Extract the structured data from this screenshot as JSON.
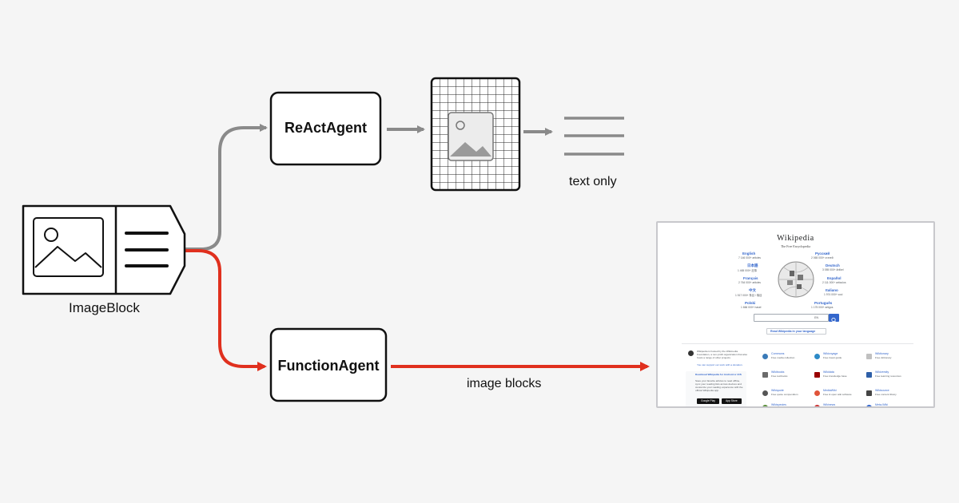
{
  "diagram": {
    "nodes": {
      "image_block": {
        "label": "ImageBlock",
        "icon": "image-with-text-icon"
      },
      "react_agent": {
        "label": "ReActAgent"
      },
      "function_agent": {
        "label": "FunctionAgent"
      }
    },
    "outputs": {
      "react_output": {
        "label": "text only",
        "icon": "text-lines-icon",
        "intermediate_icon": "gridded-image-icon"
      },
      "function_output": {
        "label": "image blocks",
        "icon": "webpage-screenshot"
      }
    },
    "colors": {
      "react_path": "#8a8a8a",
      "function_path": "#e0301e",
      "background": "#f5f5f5"
    }
  },
  "wikipedia": {
    "title": "Wikipedia",
    "subtitle": "The Free Encyclopedia",
    "languages": [
      {
        "name": "English",
        "count": "7 146 000+ articles"
      },
      {
        "name": "Русский",
        "count": "2 065 000+ статей"
      },
      {
        "name": "日本語",
        "count": "1 465 000+ 記事"
      },
      {
        "name": "Deutsch",
        "count": "3 055 000+ Artikel"
      },
      {
        "name": "Français",
        "count": "2 764 000+ articles"
      },
      {
        "name": "Español",
        "count": "2 111 000+ artículos"
      },
      {
        "name": "中文",
        "count": "1 517 000+ 条目 / 條目"
      },
      {
        "name": "Italiano",
        "count": "1 974 000+ voci"
      },
      {
        "name": "Polski",
        "count": "1 666 000+ haseł"
      },
      {
        "name": "Português",
        "count": "1 175 000+ artigos"
      }
    ],
    "search_lang": "EN",
    "read_button": "Read Wikipedia in your language",
    "foundation_text": "Wikipedia is hosted by the Wikimedia Foundation, a non-profit organization that also hosts a range of other projects.",
    "donate_text": "You can support our work with a donation.",
    "app_title": "Download Wikipedia for Android or iOS",
    "app_text": "Save your favorite articles to read offline, sync your reading lists across devices and customize your reading experience with the official Wikipedia app.",
    "store_buttons": [
      "Google Play",
      "App Store"
    ],
    "projects": [
      {
        "name": "Commons",
        "desc": "Free media collection"
      },
      {
        "name": "Wikivoyage",
        "desc": "Free travel guide"
      },
      {
        "name": "Wiktionary",
        "desc": "Free dictionary"
      },
      {
        "name": "Wikibooks",
        "desc": "Free textbooks"
      },
      {
        "name": "Wikidata",
        "desc": "Free knowledge base"
      },
      {
        "name": "Wikiversity",
        "desc": "Free learning resources"
      },
      {
        "name": "Wikiquote",
        "desc": "Free quote compendium"
      },
      {
        "name": "MediaWiki",
        "desc": "Free & open wiki software"
      },
      {
        "name": "Wikisource",
        "desc": "Free content library"
      },
      {
        "name": "Wikispecies",
        "desc": ""
      },
      {
        "name": "Wikinews",
        "desc": ""
      },
      {
        "name": "Meta-Wiki",
        "desc": ""
      }
    ]
  }
}
